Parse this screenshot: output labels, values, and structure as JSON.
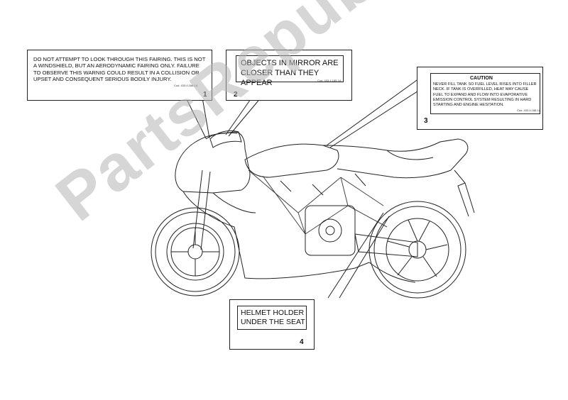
{
  "labels": [
    {
      "number": "1",
      "lines": [
        "DO NOT ATTEMPT TO LOOK THROUGH THIS FAIRING. THIS IS NOT",
        "A WINDSHIELD, BUT AN AERODYNAMIC FAIRING ONLY. FAILURE",
        "TO OBSERVE THIS WARNIG COULD RESULT IN A COLLISION OR",
        "UPSET AND CONSEQUENT SERIOUS BODILY INJURY."
      ],
      "code": "Cod. 433.4.168.1A"
    },
    {
      "number": "2",
      "lines": [
        "OBJECTS IN MIRROR ARE",
        "CLOSER THAN THEY APPEAR"
      ],
      "code": "Cod. 433.4.185.1A"
    },
    {
      "number": "3",
      "heading": "CAUTION",
      "lines": [
        "NEVER FILL TANK SO FUEL LEVEL RISES INTO FILLER",
        "NECK. IF TANK IS OVERFILLED, HEAT MAY CAUSE",
        "FUEL TO EXPAND AND FLOW INTO EVAPORATIVE",
        "EMISSION CONTROL SYSTEM RESULTING IN HARD",
        "STARTING AND ENGINE HESITATION."
      ],
      "code": "Cod. 433.4.188.1A"
    },
    {
      "number": "4",
      "lines": [
        "HELMET HOLDER",
        "UNDER THE SEAT"
      ]
    }
  ],
  "watermark": "PartsRepublik",
  "colors": {
    "line": "#222222",
    "watermark": "#b4b4b4"
  }
}
